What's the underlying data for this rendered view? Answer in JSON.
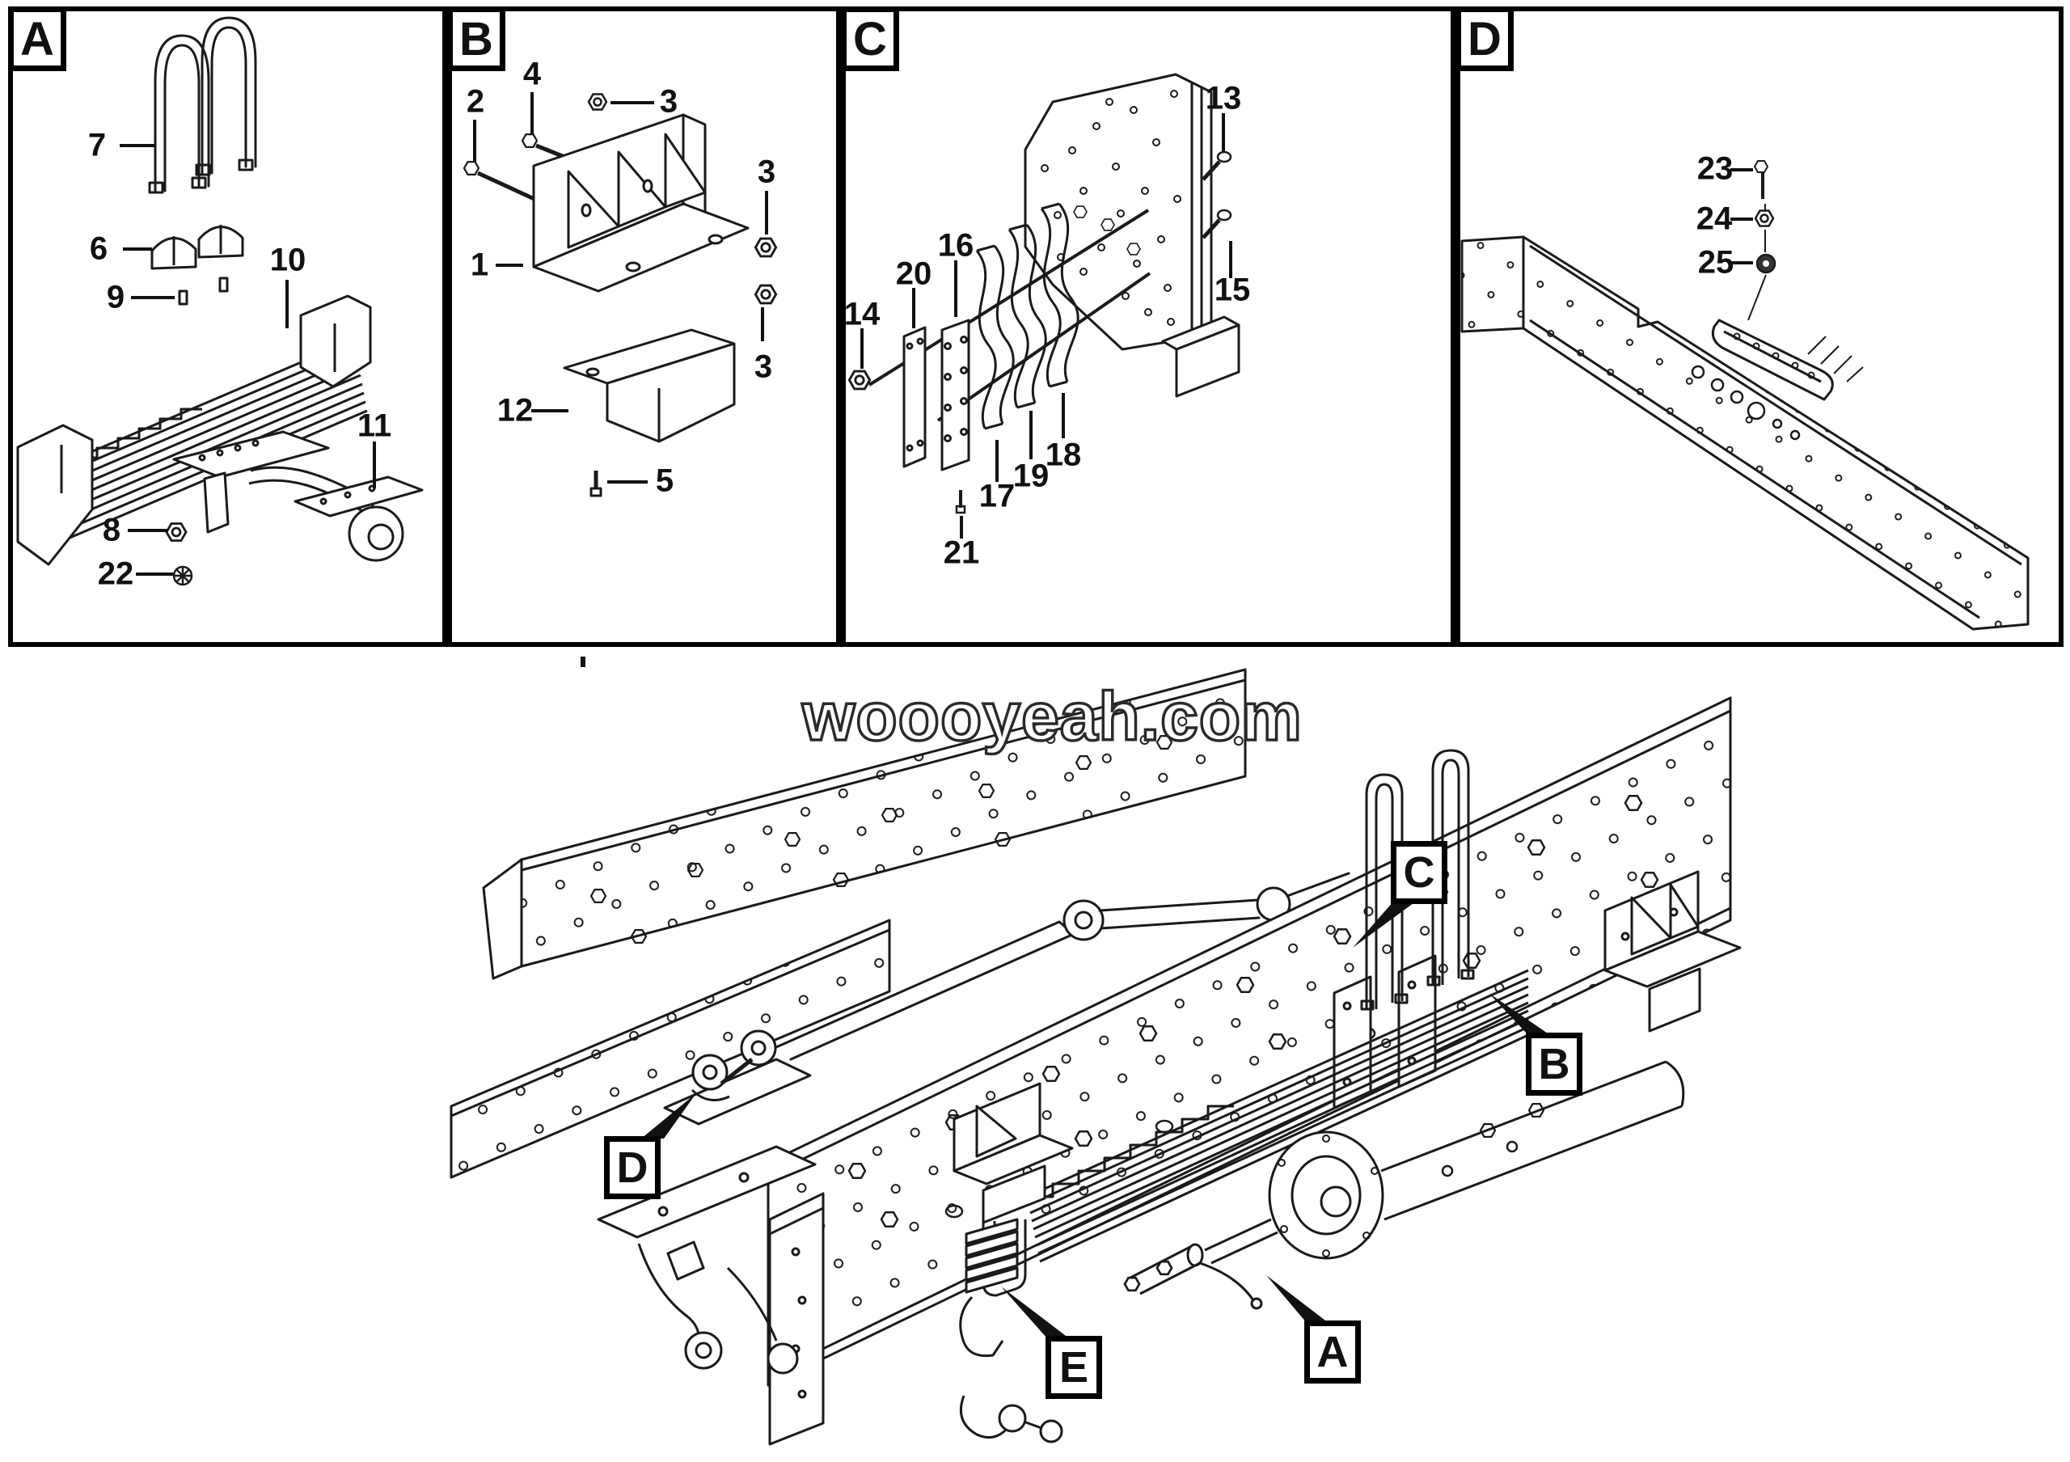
{
  "colors": {
    "background": "#ffffff",
    "line": "#1a1a1a"
  },
  "watermark": {
    "text": "woooyeah.com"
  },
  "panels": {
    "a": {
      "letter": "A",
      "items": [
        "7",
        "6",
        "9",
        "10",
        "8",
        "22",
        "11"
      ]
    },
    "b": {
      "letter": "B",
      "items": [
        "2",
        "4",
        "3",
        "3",
        "1",
        "3",
        "12",
        "5"
      ]
    },
    "c": {
      "letter": "C",
      "items": [
        "13",
        "15",
        "16",
        "20",
        "14",
        "17",
        "19",
        "18",
        "21"
      ]
    },
    "d": {
      "letter": "D",
      "items": [
        "23",
        "24",
        "25"
      ]
    }
  },
  "main": {
    "callouts": [
      "C",
      "B",
      "D",
      "E",
      "A"
    ]
  }
}
